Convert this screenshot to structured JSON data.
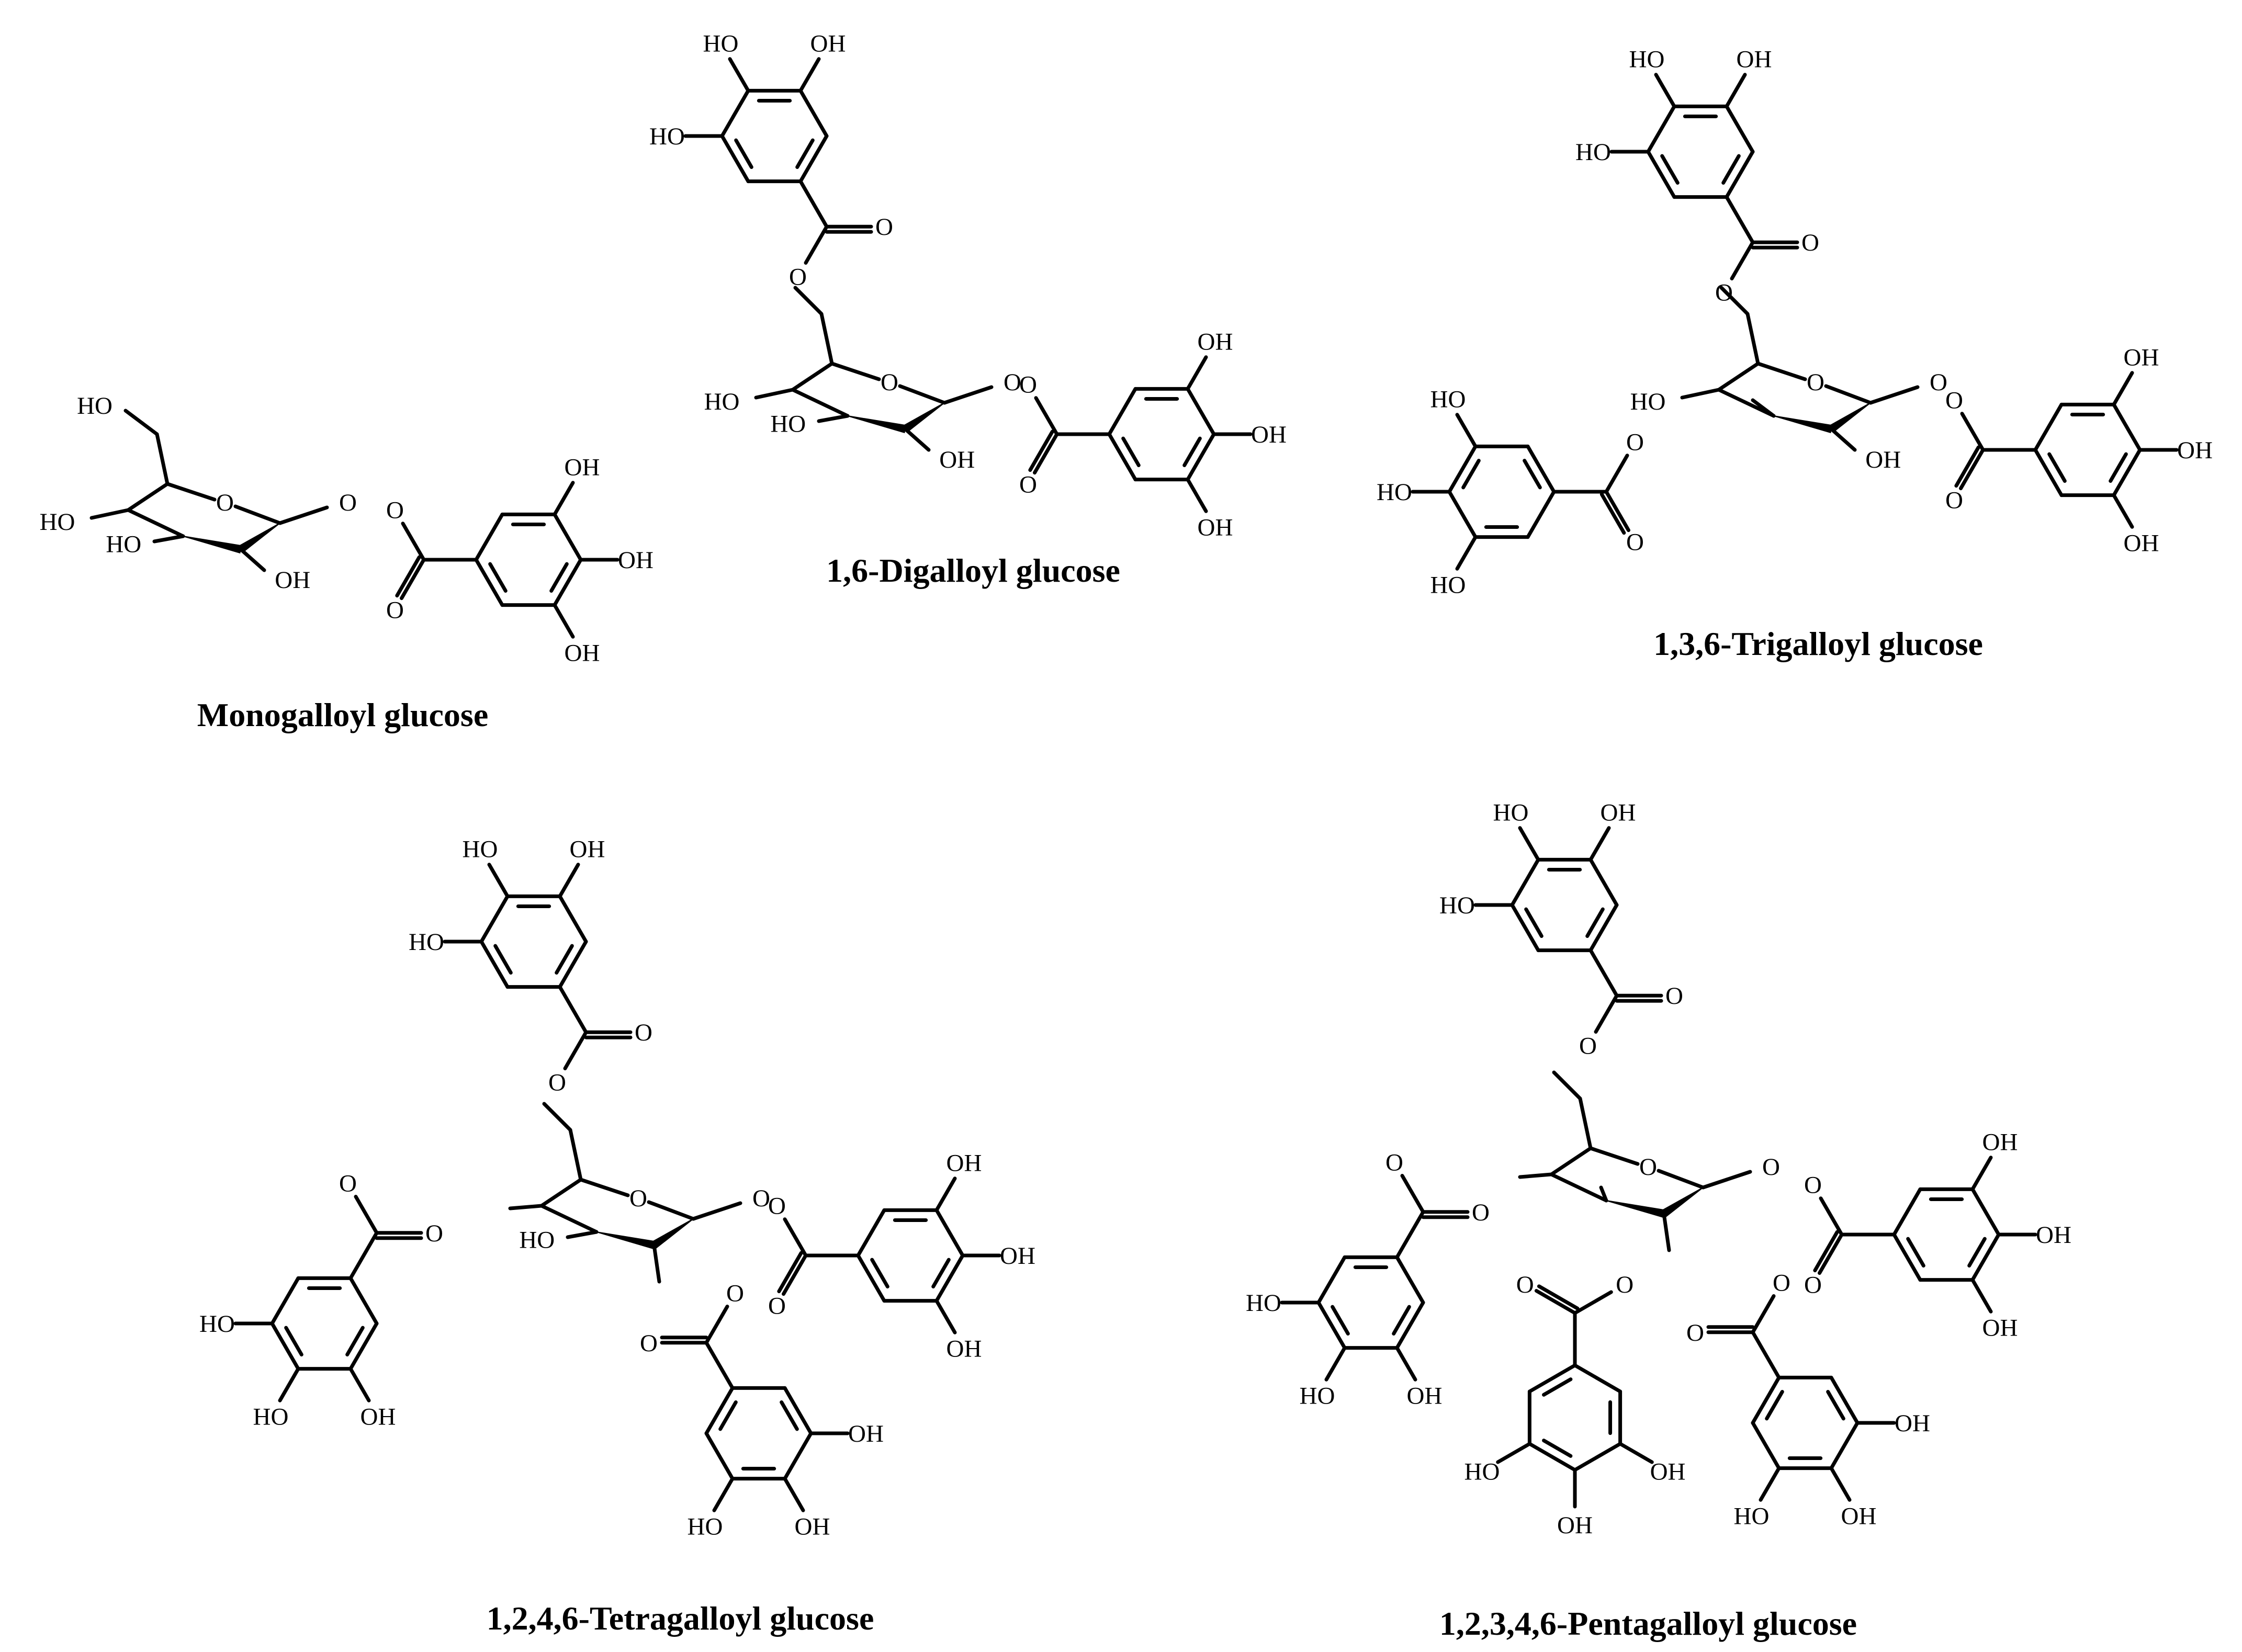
{
  "figure": {
    "atom_labels": {
      "oh": "OH",
      "ho": "HO",
      "o": "O"
    },
    "compounds": [
      {
        "id": "monogalloyl",
        "caption": "Monogalloyl glucose",
        "galloyl_count": 1
      },
      {
        "id": "digalloyl",
        "caption": "1,6-Digalloyl glucose",
        "galloyl_count": 2
      },
      {
        "id": "trigalloyl",
        "caption": "1,3,6-Trigalloyl glucose",
        "galloyl_count": 3
      },
      {
        "id": "tetragalloyl",
        "caption": "1,2,4,6-Tetragalloyl glucose",
        "galloyl_count": 4
      },
      {
        "id": "pentagalloyl",
        "caption": "1,2,3,4,6-Pentagalloyl glucose",
        "galloyl_count": 5
      }
    ]
  }
}
